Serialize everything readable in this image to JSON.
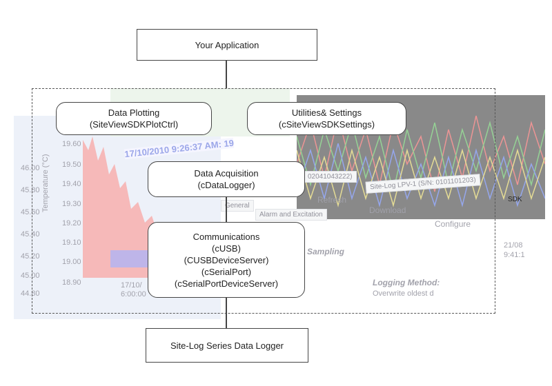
{
  "diagram": {
    "top_box": "Your Application",
    "plotting": {
      "line1": "Data Plotting",
      "line2": "(SiteViewSDKPlotCtrl)"
    },
    "utilities": {
      "line1": "Utilities& Settings",
      "line2": "(cSiteViewSDKSettings)"
    },
    "acquisition": {
      "line1": "Data Acquisition",
      "line2": "(cDataLogger)"
    },
    "comms": {
      "line1": "Communications",
      "line2": "(cUSB)",
      "line3": "(CUSBDeviceServer)",
      "line4": "(cSerialPort)",
      "line5": "(cSerialPortDeviceServer)"
    },
    "bottom_box": "Site-Log Series Data Logger",
    "sdk_label": "SDK"
  },
  "background": {
    "timestamp": "17/10/2010 9:26:37 AM: 19",
    "y_ticks_left": [
      "46.00",
      "45.80",
      "45.60",
      "45.40",
      "45.20",
      "45.00",
      "44.80"
    ],
    "y_ticks_inner": [
      "19.60",
      "19.50",
      "19.40",
      "19.30",
      "19.20",
      "19.10",
      "19.00",
      "18.90"
    ],
    "y_axis_label": "Temperature (°C)",
    "x_tick_date": "17/10/",
    "x_tick_time": "6:00:00",
    "device_tab_1": "02041043222)",
    "device_tab_2": "Site-Log LPV-1 (S/N: 0101101203)",
    "btn_refresh": "Refresh",
    "btn_download": "Download",
    "btn_configure": "Configure",
    "tab_general": "General",
    "tab_alarm": "Alarm and Excitation",
    "sampling": "Sampling",
    "logging_method": "Logging Method:",
    "overwrite": "Overwrite oldest d",
    "right_date": "21/08",
    "right_time": "9:41:1"
  },
  "colors": {
    "chart_red": "#f08080",
    "chart_purple": "#8a7ad8",
    "dark_chart": "#2a2a2a",
    "timestamp_blue": "#4a5fd8"
  }
}
